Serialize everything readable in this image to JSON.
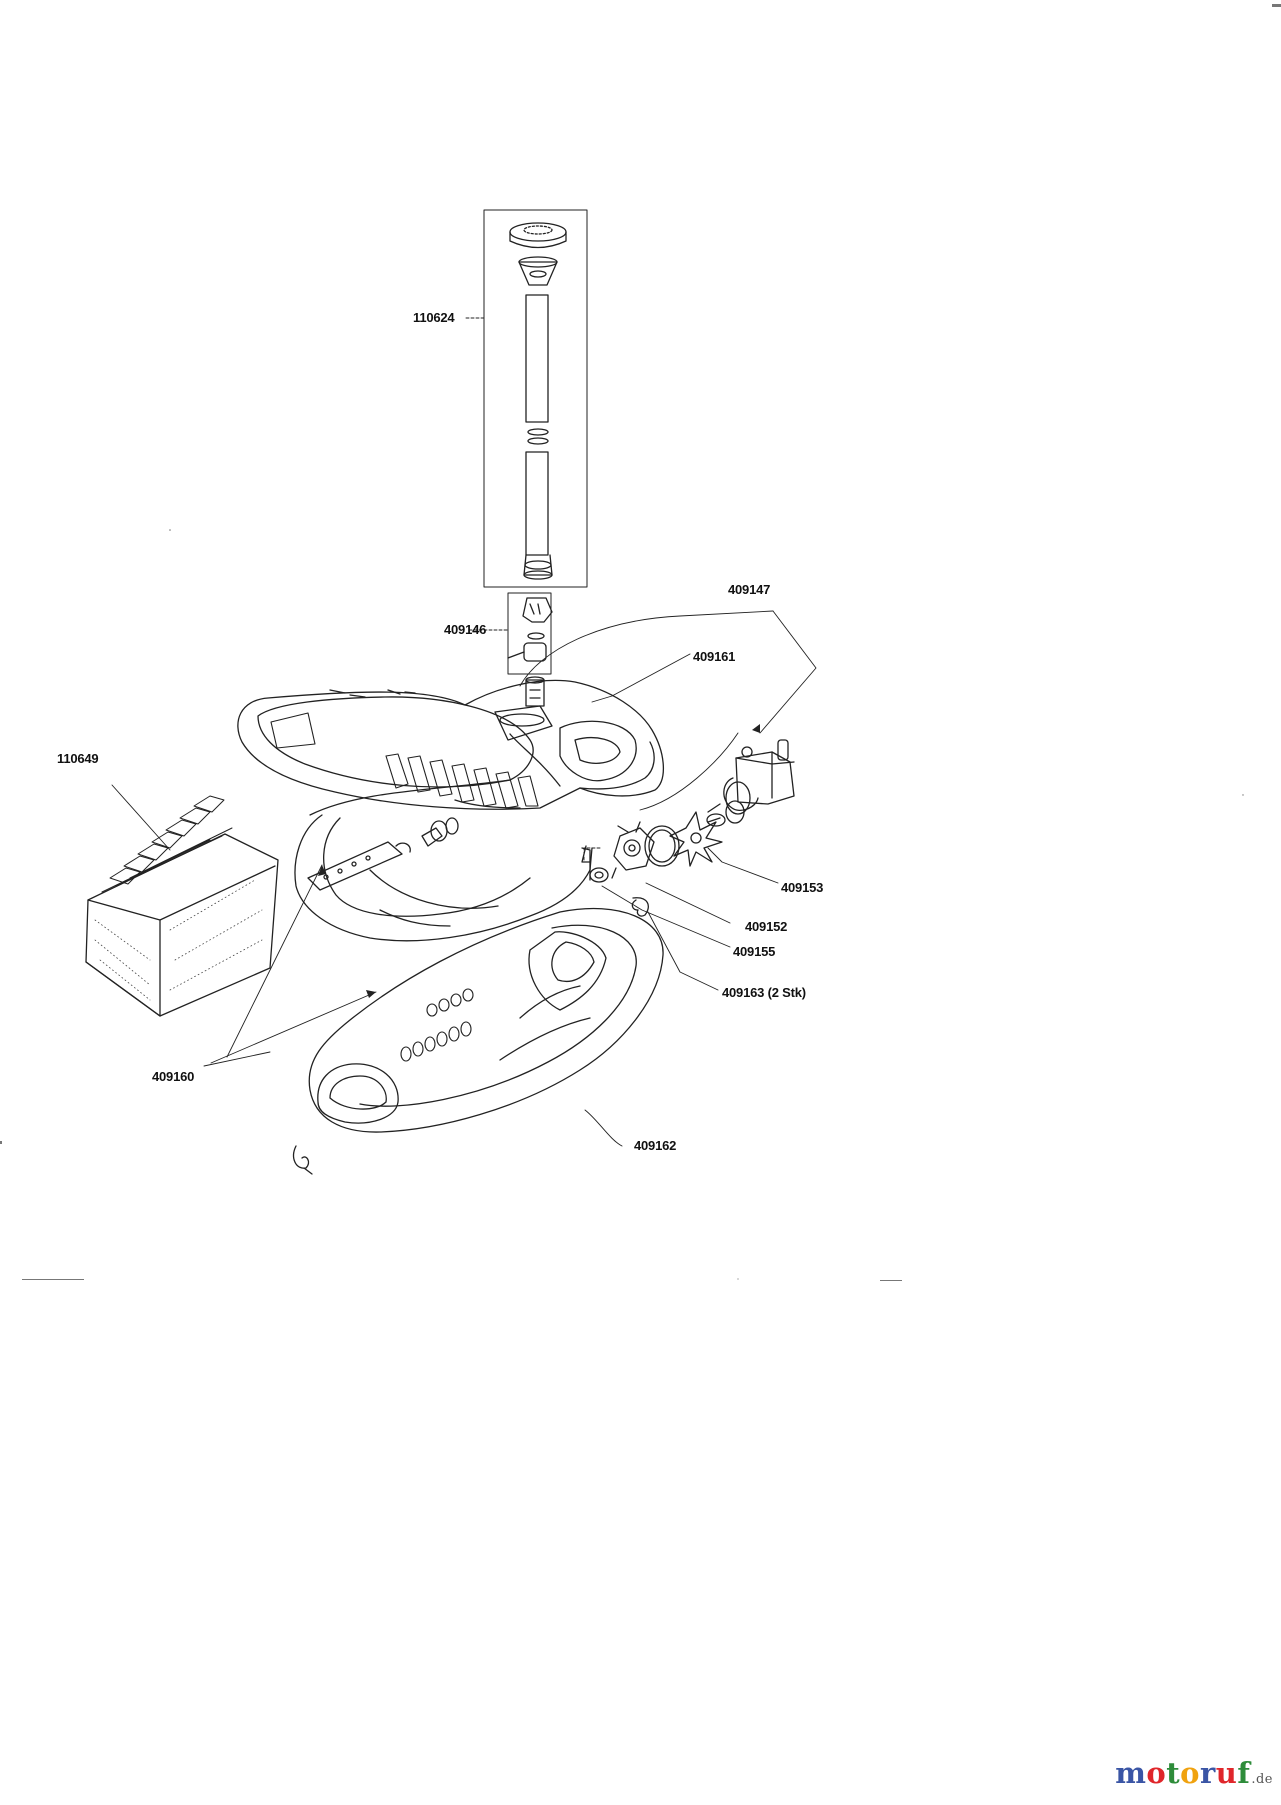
{
  "part_labels": {
    "p110624": "110624",
    "p409147": "409147",
    "p409146": "409146",
    "p409161": "409161",
    "p110649": "110649",
    "p409153": "409153",
    "p409152": "409152",
    "p409155": "409155",
    "p409163": "409163 (2 Stk)",
    "p409160": "409160",
    "p409162": "409162"
  },
  "watermark": {
    "letters": [
      "m",
      "o",
      "t",
      "o",
      "r",
      "u",
      "f"
    ],
    "letter_colors": [
      "#3a55a5",
      "#e0262b",
      "#2e8c3a",
      "#f0a20f",
      "#3a55a5",
      "#e0262b",
      "#2e8c3a"
    ],
    "tld": ".de"
  },
  "colors": {
    "line": "#222222",
    "background": "#ffffff"
  }
}
